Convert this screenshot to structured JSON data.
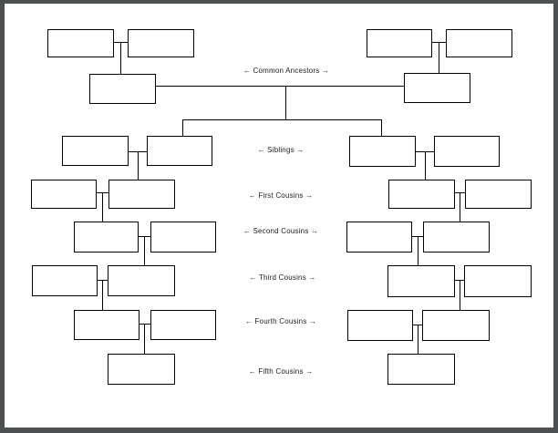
{
  "viewer": {
    "frame_color": "#4d5050",
    "page_color": "#ffffff",
    "line_color": "#000000",
    "text_color": "#1c1c1c"
  },
  "diagram": {
    "type": "family-relationship-chart",
    "labels": [
      {
        "id": "common-ancestors",
        "text": "← Common Ancestors →"
      },
      {
        "id": "siblings",
        "text": "← Siblings →"
      },
      {
        "id": "first-cousins",
        "text": "← First Cousins →"
      },
      {
        "id": "second-cousins",
        "text": "← Second Cousins →"
      },
      {
        "id": "third-cousins",
        "text": "← Third Cousins →"
      },
      {
        "id": "fourth-cousins",
        "text": "← Fourth Cousins →"
      },
      {
        "id": "fifth-cousins",
        "text": "← Fifth Cousins →"
      }
    ]
  }
}
